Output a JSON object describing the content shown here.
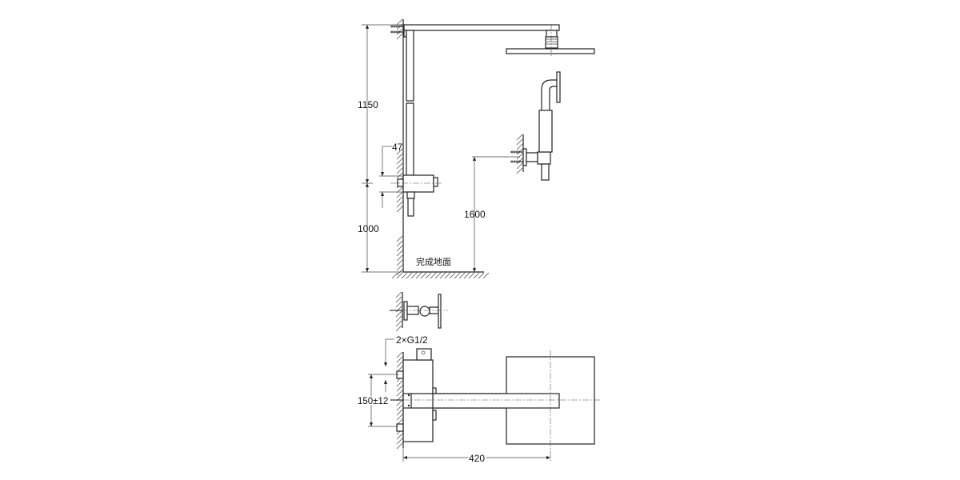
{
  "side_view": {
    "dim_upper": "1150",
    "dim_lower": "1000",
    "dim_mixer_offset": "47",
    "dim_handshower_height": "1600",
    "floor_label": "完成地面"
  },
  "plan_view": {
    "dim_connection": "2×G1/2",
    "dim_spacing": "150±12",
    "dim_arm_length": "420"
  }
}
